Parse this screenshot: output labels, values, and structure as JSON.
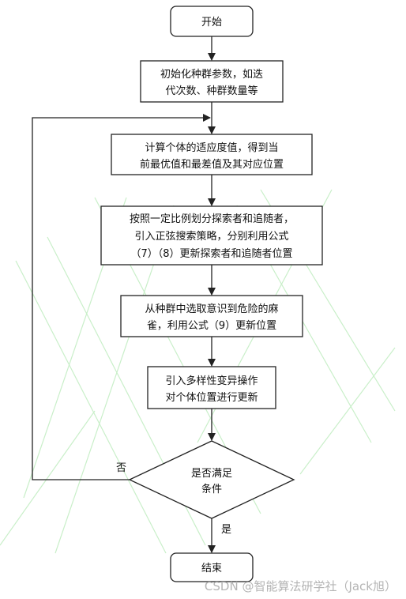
{
  "colors": {
    "stroke": "#222222",
    "fill": "#ffffff",
    "text": "#111111",
    "watermark_lines": "#c9efc9",
    "watermark_text": "#b4b4b4"
  },
  "nodes": {
    "start": {
      "lines": [
        "开始"
      ]
    },
    "init": {
      "lines": [
        "初始化种群参数，如迭",
        "代次数、种群数量等"
      ]
    },
    "fitness": {
      "lines": [
        "计算个体的适应度值，得到当",
        "前最优值和最差值及其对应位置"
      ]
    },
    "divide": {
      "lines": [
        "按照一定比例划分探索者和追随者，",
        "引入正弦搜索策略，分别利用公式",
        "（7）（8）更新探索者和追随者位置"
      ]
    },
    "danger": {
      "lines": [
        "从种群中选取意识到危险的麻",
        "雀，利用公式（9）更新位置"
      ]
    },
    "mutation": {
      "lines": [
        "引入多样性变异操作",
        "对个体位置进行更新"
      ]
    },
    "decision": {
      "lines": [
        "是否满足",
        "条件"
      ]
    },
    "end": {
      "lines": [
        "结束"
      ]
    }
  },
  "edges": {
    "no_label": "否",
    "yes_label": "是"
  },
  "watermark": "CSDN @智能算法研学社（Jack旭）"
}
